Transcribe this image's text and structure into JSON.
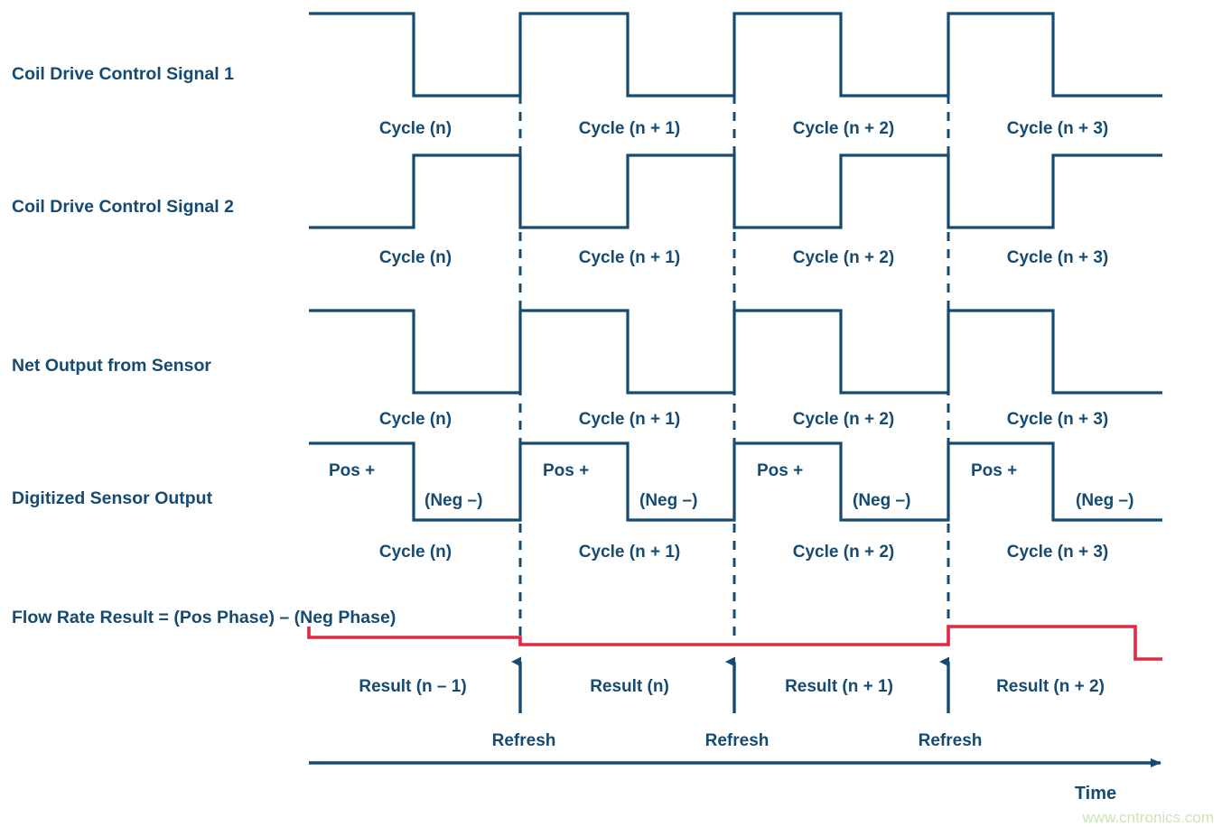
{
  "meta": {
    "colors": {
      "signal_blue": "#154a72",
      "result_red": "#e32843",
      "watermark_green": "#cbe4b9",
      "background": "#ffffff"
    }
  },
  "rows": [
    {
      "id": "coil-drive-control-signal-1",
      "label": "Coil Drive Control Signal 1",
      "cycles": [
        "Cycle (n)",
        "Cycle (n + 1)",
        "Cycle (n + 2)",
        "Cycle (n + 3)"
      ]
    },
    {
      "id": "coil-drive-control-signal-2",
      "label": "Coil Drive Control Signal 2",
      "cycles": [
        "Cycle (n)",
        "Cycle (n + 1)",
        "Cycle (n + 2)",
        "Cycle (n + 3)"
      ]
    },
    {
      "id": "net-output-from-sensor",
      "label": "Net Output from Sensor",
      "cycles": [
        "Cycle (n)",
        "Cycle (n + 1)",
        "Cycle (n + 2)",
        "Cycle (n + 3)"
      ]
    },
    {
      "id": "digitized-sensor-output",
      "label": "Digitized Sensor Output",
      "cycles": [
        "Cycle (n)",
        "Cycle (n + 1)",
        "Cycle (n + 2)",
        "Cycle (n + 3)"
      ],
      "phase_labels_pos": [
        "Pos +",
        "Pos +",
        "Pos +",
        "Pos +"
      ],
      "phase_labels_neg": [
        "(Neg –)",
        "(Neg –)",
        "(Neg –)",
        "(Neg –)"
      ]
    },
    {
      "id": "flow-rate-result",
      "label": "Flow Rate Result = (Pos Phase) – (Neg Phase)",
      "results": [
        "Result (n – 1)",
        "Result (n)",
        "Result (n + 1)",
        "Result (n + 2)"
      ]
    }
  ],
  "refresh_markers": [
    {
      "label": "Refresh"
    },
    {
      "label": "Refresh"
    },
    {
      "label": "Refresh"
    }
  ],
  "axis": {
    "label": "Time"
  },
  "watermark": {
    "text": "www.cntronics.com"
  },
  "chart_data": {
    "type": "line",
    "title": "Electromagnetic flow meter coil drive and sampling timing diagram",
    "xlabel": "Time",
    "ylabel": "",
    "x_domain": [
      342,
      1287
    ],
    "cycle_boundaries": [
      342,
      576,
      813,
      1050,
      1287
    ],
    "refresh_times": [
      576,
      813,
      1050
    ],
    "series": [
      {
        "name": "Coil Drive Control Signal 1",
        "type": "digital",
        "description": "Square wave, high for first half of each cycle, low for second half, starting high at cycle (n).",
        "levels": [
          {
            "x_start": 342,
            "x_end": 458,
            "level": "high"
          },
          {
            "x_start": 458,
            "x_end": 576,
            "level": "low"
          },
          {
            "x_start": 576,
            "x_end": 695,
            "level": "high"
          },
          {
            "x_start": 695,
            "x_end": 813,
            "level": "low"
          },
          {
            "x_start": 813,
            "x_end": 931,
            "level": "high"
          },
          {
            "x_start": 931,
            "x_end": 1050,
            "level": "low"
          },
          {
            "x_start": 1050,
            "x_end": 1166,
            "level": "high"
          },
          {
            "x_start": 1166,
            "x_end": 1287,
            "level": "low"
          }
        ]
      },
      {
        "name": "Coil Drive Control Signal 2",
        "type": "digital",
        "description": "Inverse of Signal 1; low for first half of each cycle, high for second half.",
        "levels": [
          {
            "x_start": 342,
            "x_end": 458,
            "level": "low"
          },
          {
            "x_start": 458,
            "x_end": 576,
            "level": "high"
          },
          {
            "x_start": 576,
            "x_end": 695,
            "level": "low"
          },
          {
            "x_start": 695,
            "x_end": 813,
            "level": "high"
          },
          {
            "x_start": 813,
            "x_end": 931,
            "level": "low"
          },
          {
            "x_start": 931,
            "x_end": 1050,
            "level": "high"
          },
          {
            "x_start": 1050,
            "x_end": 1166,
            "level": "low"
          },
          {
            "x_start": 1166,
            "x_end": 1287,
            "level": "high"
          }
        ]
      },
      {
        "name": "Net Output from Sensor",
        "type": "digital",
        "description": "Follows Signal 1 polarity: high for positive phase, low for negative phase of each cycle.",
        "levels": [
          {
            "x_start": 342,
            "x_end": 458,
            "level": "high"
          },
          {
            "x_start": 458,
            "x_end": 576,
            "level": "low"
          },
          {
            "x_start": 576,
            "x_end": 695,
            "level": "high"
          },
          {
            "x_start": 695,
            "x_end": 813,
            "level": "low"
          },
          {
            "x_start": 813,
            "x_end": 931,
            "level": "high"
          },
          {
            "x_start": 931,
            "x_end": 1050,
            "level": "low"
          },
          {
            "x_start": 1050,
            "x_end": 1166,
            "level": "high"
          },
          {
            "x_start": 1166,
            "x_end": 1287,
            "level": "low"
          }
        ]
      },
      {
        "name": "Digitized Sensor Output",
        "type": "digital",
        "description": "Digitized version of net sensor output; Pos + on high half, (Neg -) on low half.",
        "levels": [
          {
            "x_start": 342,
            "x_end": 458,
            "level": "high"
          },
          {
            "x_start": 458,
            "x_end": 576,
            "level": "low"
          },
          {
            "x_start": 576,
            "x_end": 695,
            "level": "high"
          },
          {
            "x_start": 695,
            "x_end": 813,
            "level": "low"
          },
          {
            "x_start": 813,
            "x_end": 931,
            "level": "high"
          },
          {
            "x_start": 931,
            "x_end": 1050,
            "level": "low"
          },
          {
            "x_start": 1050,
            "x_end": 1166,
            "level": "high"
          },
          {
            "x_start": 1166,
            "x_end": 1287,
            "level": "low"
          }
        ]
      },
      {
        "name": "Flow Rate Result",
        "type": "staircase",
        "description": "Result value updated at each Refresh; steps down at first refresh, stays flat at second refresh, steps up at third refresh, then steps down near the right edge.",
        "levels": [
          {
            "x_start": 342,
            "x_end": 576,
            "level": "mid-high",
            "result": "Result (n - 1)"
          },
          {
            "x_start": 576,
            "x_end": 813,
            "level": "mid-low",
            "result": "Result (n)"
          },
          {
            "x_start": 813,
            "x_end": 1050,
            "level": "mid-low",
            "result": "Result (n + 1)"
          },
          {
            "x_start": 1050,
            "x_end": 1257,
            "level": "high",
            "result": "Result (n + 2)"
          },
          {
            "x_start": 1257,
            "x_end": 1287,
            "level": "low",
            "result": ""
          }
        ]
      }
    ],
    "legend_position": "none",
    "grid": false
  }
}
